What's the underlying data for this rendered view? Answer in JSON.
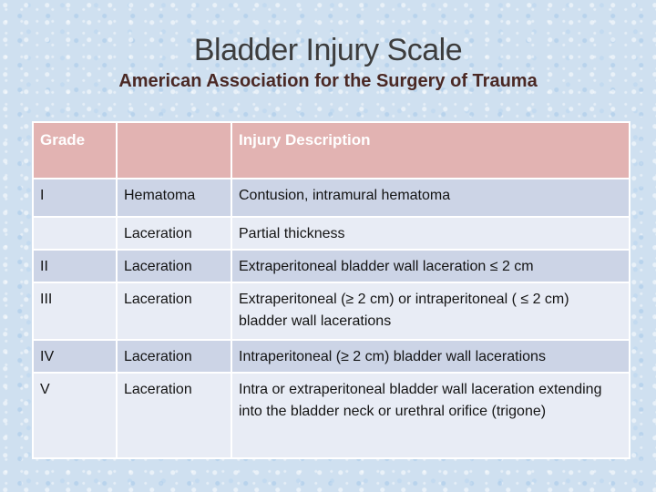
{
  "slide": {
    "title": "Bladder Injury Scale",
    "subtitle": "American Association for the Surgery of Trauma"
  },
  "table": {
    "headers": {
      "grade": "Grade",
      "type": "",
      "description": "Injury Description"
    },
    "rows": [
      {
        "grade": "I",
        "type": "Hematoma",
        "description": "Contusion, intramural hematoma"
      },
      {
        "grade": "",
        "type": "Laceration",
        "description": "Partial thickness"
      },
      {
        "grade": "II",
        "type": "Laceration",
        "description": "Extraperitoneal bladder wall laceration ≤ 2 cm"
      },
      {
        "grade": "III",
        "type": "Laceration",
        "description": "Extraperitoneal (≥ 2 cm) or intraperitoneal ( ≤ 2 cm) bladder wall lacerations"
      },
      {
        "grade": "IV",
        "type": "Laceration",
        "description": "Intraperitoneal  (≥ 2 cm) bladder wall lacerations"
      },
      {
        "grade": "V",
        "type": "Laceration",
        "description": "Intra or extraperitoneal bladder wall laceration extending into the bladder neck or urethral orifice (trigone)"
      }
    ]
  },
  "colors": {
    "page-bg": "#cfe0f0",
    "header-bg": "#e2b3b2",
    "row-dark": "#ccd4e6",
    "row-light": "#e8ecf5",
    "border": "#ffffff",
    "title-color": "#3d3d3d",
    "subtitle-color": "#4a2824",
    "text-color": "#141414",
    "header-text": "#ffffff"
  }
}
